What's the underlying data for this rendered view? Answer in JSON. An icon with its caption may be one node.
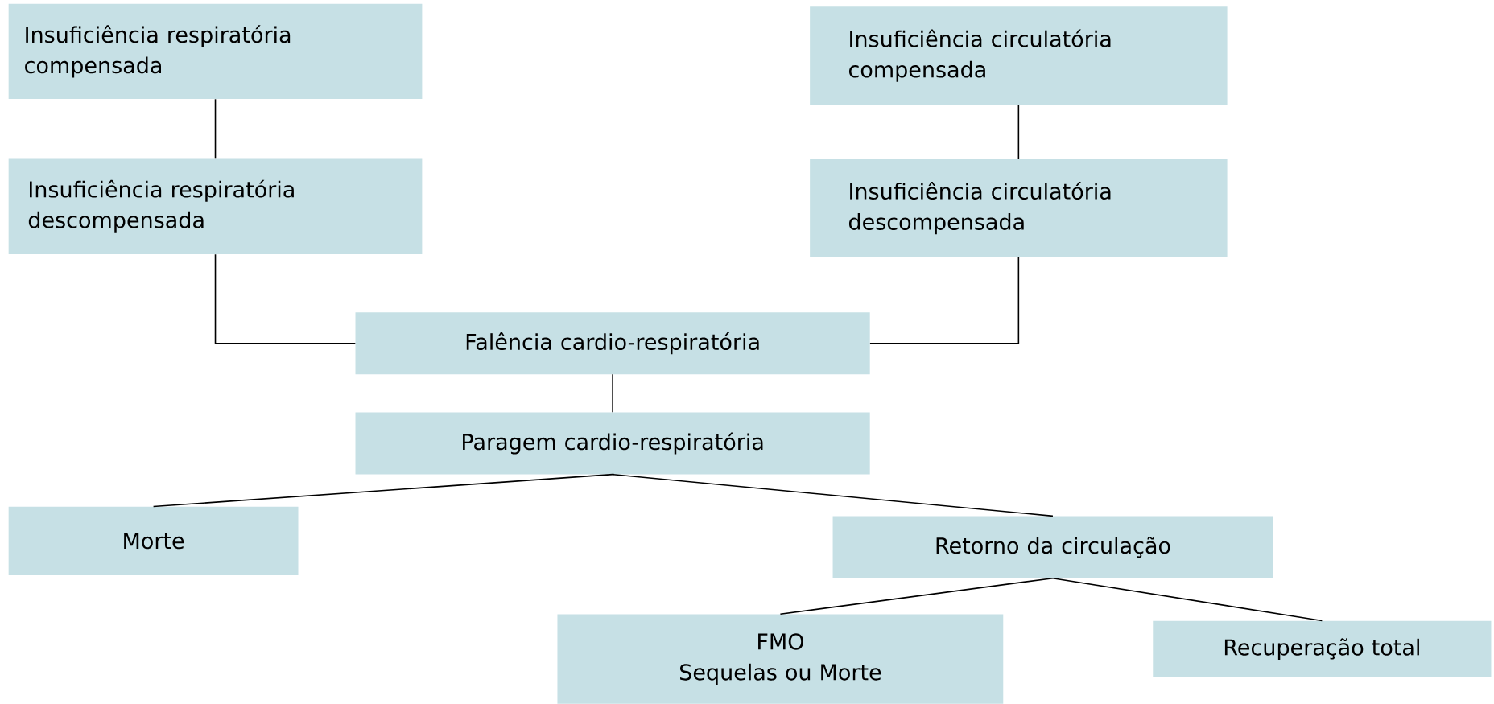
{
  "diagram": {
    "nodes": [
      {
        "text": [
          "Insuficiência respiratória compensada"
        ]
      },
      {
        "text": [
          "Insuficiência respiratória descompensada"
        ]
      },
      {
        "text": [
          "Insuficiência circulatória compensada"
        ]
      },
      {
        "text": [
          "Insuficiência circulatória descompensada"
        ]
      },
      {
        "text": [
          "Falência cardio-respiratória"
        ]
      },
      {
        "text": [
          "Paragem cardio-respiratória"
        ]
      },
      {
        "text": [
          "Morte"
        ]
      },
      {
        "text": [
          "Retorno da circulação"
        ]
      },
      {
        "text": [
          "FMO",
          "Sequelas ou Morte"
        ]
      },
      {
        "text": [
          "Recuperação total"
        ]
      }
    ],
    "edges": [
      {
        "from": 0,
        "to": 1,
        "arrow": "none"
      },
      {
        "from": 1,
        "to": 4,
        "arrow": "none"
      },
      {
        "from": 2,
        "to": 3,
        "arrow": "none"
      },
      {
        "from": 3,
        "to": 4,
        "arrow": "none"
      },
      {
        "from": 4,
        "to": 5,
        "arrow": "none"
      },
      {
        "from": 5,
        "to": 6,
        "arrow": "none"
      },
      {
        "from": 5,
        "to": 7,
        "arrow": "none"
      },
      {
        "from": 7,
        "to": 8,
        "arrow": "none"
      },
      {
        "from": 7,
        "to": 9,
        "arrow": "none"
      }
    ]
  }
}
